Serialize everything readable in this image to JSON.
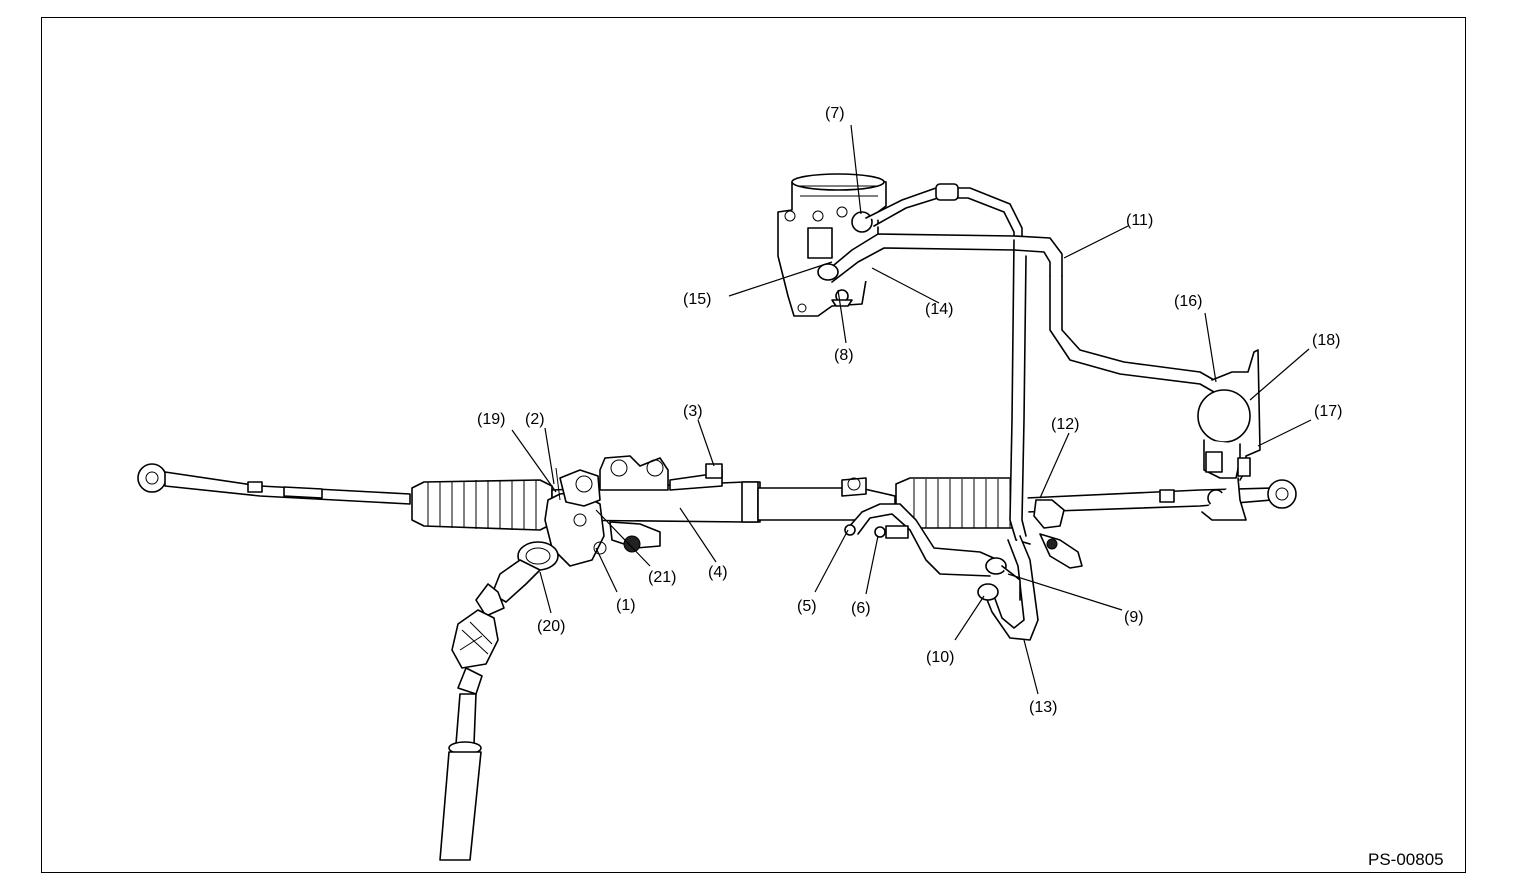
{
  "figure_code": "PS-00805",
  "callouts": [
    {
      "id": "1",
      "text": "(1)"
    },
    {
      "id": "2",
      "text": "(2)"
    },
    {
      "id": "3",
      "text": "(3)"
    },
    {
      "id": "4",
      "text": "(4)"
    },
    {
      "id": "5",
      "text": "(5)"
    },
    {
      "id": "6",
      "text": "(6)"
    },
    {
      "id": "7",
      "text": "(7)"
    },
    {
      "id": "8",
      "text": "(8)"
    },
    {
      "id": "9",
      "text": "(9)"
    },
    {
      "id": "10",
      "text": "(10)"
    },
    {
      "id": "11",
      "text": "(11)"
    },
    {
      "id": "12",
      "text": "(12)"
    },
    {
      "id": "13",
      "text": "(13)"
    },
    {
      "id": "14",
      "text": "(14)"
    },
    {
      "id": "15",
      "text": "(15)"
    },
    {
      "id": "16",
      "text": "(16)"
    },
    {
      "id": "17",
      "text": "(17)"
    },
    {
      "id": "18",
      "text": "(18)"
    },
    {
      "id": "19",
      "text": "(19)"
    },
    {
      "id": "20",
      "text": "(20)"
    },
    {
      "id": "21",
      "text": "(21)"
    }
  ]
}
